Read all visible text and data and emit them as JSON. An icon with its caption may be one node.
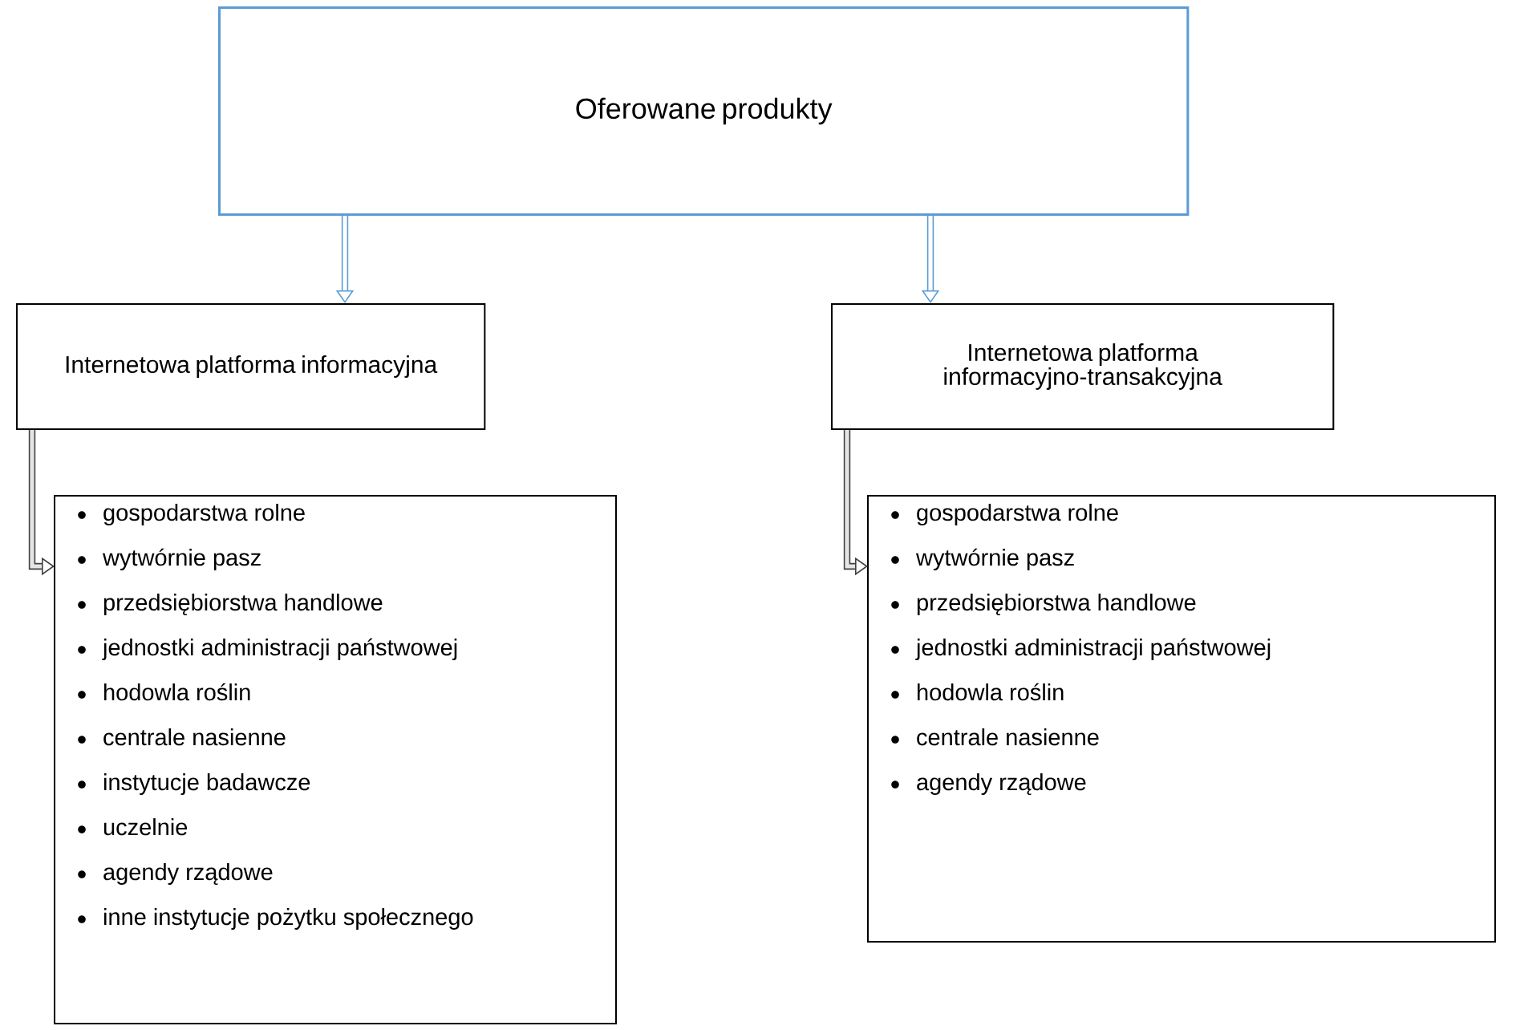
{
  "diagram": {
    "nodes": [
      {
        "text": [
          "Oferowane produkty"
        ]
      },
      {
        "text": [
          "Internetowa platforma informacyjna"
        ]
      },
      {
        "text": [
          "Internetowa platforma informacyjno-transakcyjna"
        ]
      },
      {
        "text": [
          "gospodarstwa rolne",
          "wytwórnie pasz",
          "przedsiębiorstwa handlowe",
          "jednostki administracji państwowej",
          "hodowla roślin",
          "centrale nasienne",
          "instytucje badawcze",
          "uczelnie",
          "agendy rządowe",
          "inne instytucje pożytku społecznego"
        ]
      },
      {
        "text": [
          "gospodarstwa rolne",
          "wytwórnie pasz",
          "przedsiębiorstwa handlowe",
          "jednostki administracji państwowej",
          "hodowla roślin",
          "centrale nasienne",
          "agendy rządowe"
        ]
      }
    ],
    "edges": [
      {
        "from": 0,
        "to": 1,
        "arrow": "to",
        "color": "#5b9bd5"
      },
      {
        "from": 0,
        "to": 2,
        "arrow": "to",
        "color": "#5b9bd5"
      },
      {
        "from": 1,
        "to": 3,
        "arrow": "to",
        "color": "#404040"
      },
      {
        "from": 2,
        "to": 4,
        "arrow": "to",
        "color": "#404040"
      }
    ]
  }
}
